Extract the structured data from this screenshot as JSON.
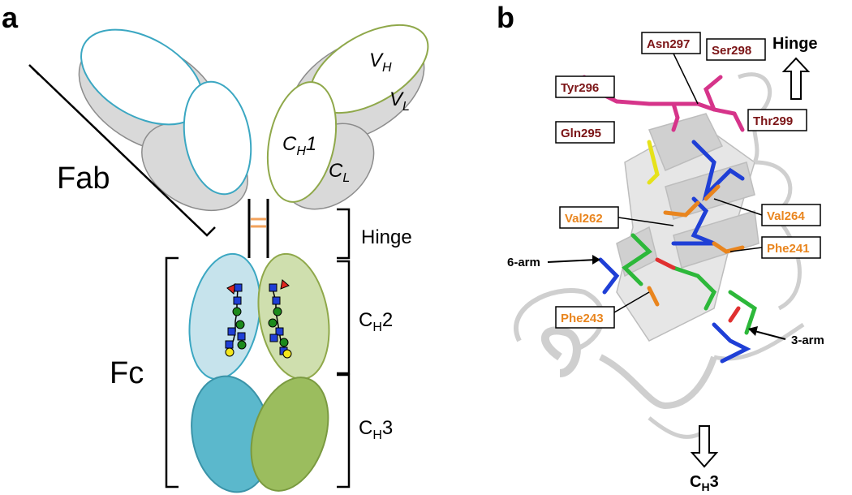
{
  "panel_a": {
    "label": "a",
    "fab_label": "Fab",
    "fc_label": "Fc",
    "hinge_label": "Hinge",
    "vh_main": "V",
    "vh_sub": "H",
    "vl_main": "V",
    "vl_sub": "L",
    "ch1_main": "C",
    "ch1_sub": "H",
    "ch1_tail": "1",
    "cl_main": "C",
    "cl_sub": "L",
    "ch2_main": "C",
    "ch2_sub": "H",
    "ch2_tail": "2",
    "ch3_main": "C",
    "ch3_sub": "H",
    "ch3_tail": "3"
  },
  "panel_b": {
    "label": "b",
    "hinge_label": "Hinge",
    "ch3_main": "C",
    "ch3_sub": "H",
    "ch3_tail": "3",
    "arm6": "6-arm",
    "arm3": "3-arm",
    "residues_dark": [
      "Asn297",
      "Ser298",
      "Tyr296",
      "Gln295",
      "Thr299"
    ],
    "residues_orange": [
      "Val262",
      "Val264",
      "Phe241",
      "Phe243"
    ]
  },
  "colors": {
    "blue_domain": "#5bb8cc",
    "light_blue_domain": "#c6e3ec",
    "green_domain": "#9bbd5e",
    "light_green_domain": "#cfdfae",
    "fab_gray": "#d9d9d9",
    "residue_dark": "#7b1416",
    "residue_orange": "#e9851e",
    "hinge_bond": "#f3a25b",
    "glcnac": "#1f3fd6",
    "mannose": "#1c8a1c",
    "galactose": "#f3e61c",
    "fucose": "#e0261f"
  }
}
